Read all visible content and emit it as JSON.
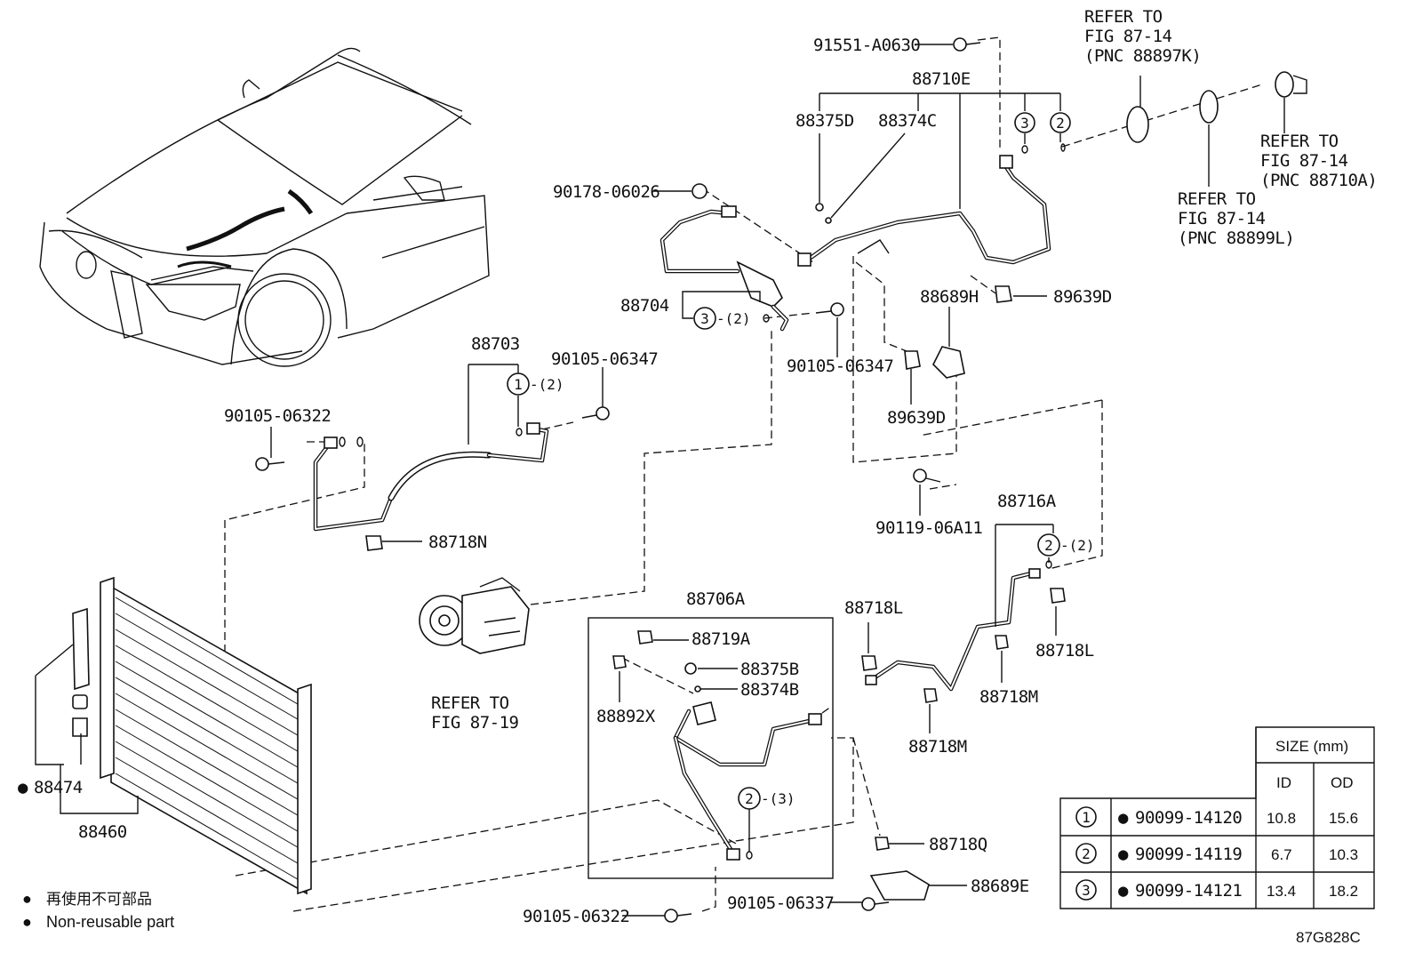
{
  "diagram_code": "87G828C",
  "part_labels": {
    "p91551": "91551-A0630",
    "p88710E": "88710E",
    "p88375D": "88375D",
    "p88374C": "88374C",
    "p90178": "90178-06026",
    "p88704": "88704",
    "p90105_06347a": "90105-06347",
    "p90105_06347b": "90105-06347",
    "p88703": "88703",
    "p90105_06322a": "90105-06322",
    "p88718N": "88718N",
    "p88689H": "88689H",
    "p89639Da": "89639D",
    "p89639Db": "89639D",
    "p90119": "90119-06A11",
    "p88716A": "88716A",
    "p88706A": "88706A",
    "p88719A": "88719A",
    "p88375B": "88375B",
    "p88374B": "88374B",
    "p88892X": "88892X",
    "p88718La": "88718L",
    "p88718Lb": "88718L",
    "p88718Ma": "88718M",
    "p88718Mb": "88718M",
    "p88718Q": "88718Q",
    "p88689E": "88689E",
    "p90105_06337": "90105-06337",
    "p90105_06322b": "90105-06322",
    "p88474": "88474",
    "p88460": "88460"
  },
  "callouts": {
    "c3a": "3",
    "c2a": "2",
    "c3b": "3",
    "c3b_qty": "-(2)",
    "c1": "1",
    "c1_qty": "-(2)",
    "c2b": "2",
    "c2b_qty": "-(2)",
    "c2c": "2",
    "c2c_qty": "-(3)"
  },
  "refer_notes": {
    "r1": [
      "REFER TO",
      "FIG 87-14",
      "(PNC 88897K)"
    ],
    "r2": [
      "REFER TO",
      "FIG 87-14",
      "(PNC 88710A)"
    ],
    "r3": [
      "REFER TO",
      "FIG 87-14",
      "(PNC 88899L)"
    ],
    "r4": [
      "REFER TO",
      "FIG 87-19"
    ]
  },
  "legend": {
    "marker": "●",
    "jp": "再使用不可部品",
    "en": "Non-reusable part"
  },
  "size_table": {
    "header": "SIZE (mm)",
    "col_id": "ID",
    "col_od": "OD",
    "rows": [
      {
        "num": "1",
        "part": "90099-14120",
        "id": "10.8",
        "od": "15.6"
      },
      {
        "num": "2",
        "part": "90099-14119",
        "id": "6.7",
        "od": "10.3"
      },
      {
        "num": "3",
        "part": "90099-14121",
        "id": "13.4",
        "od": "18.2"
      }
    ]
  }
}
